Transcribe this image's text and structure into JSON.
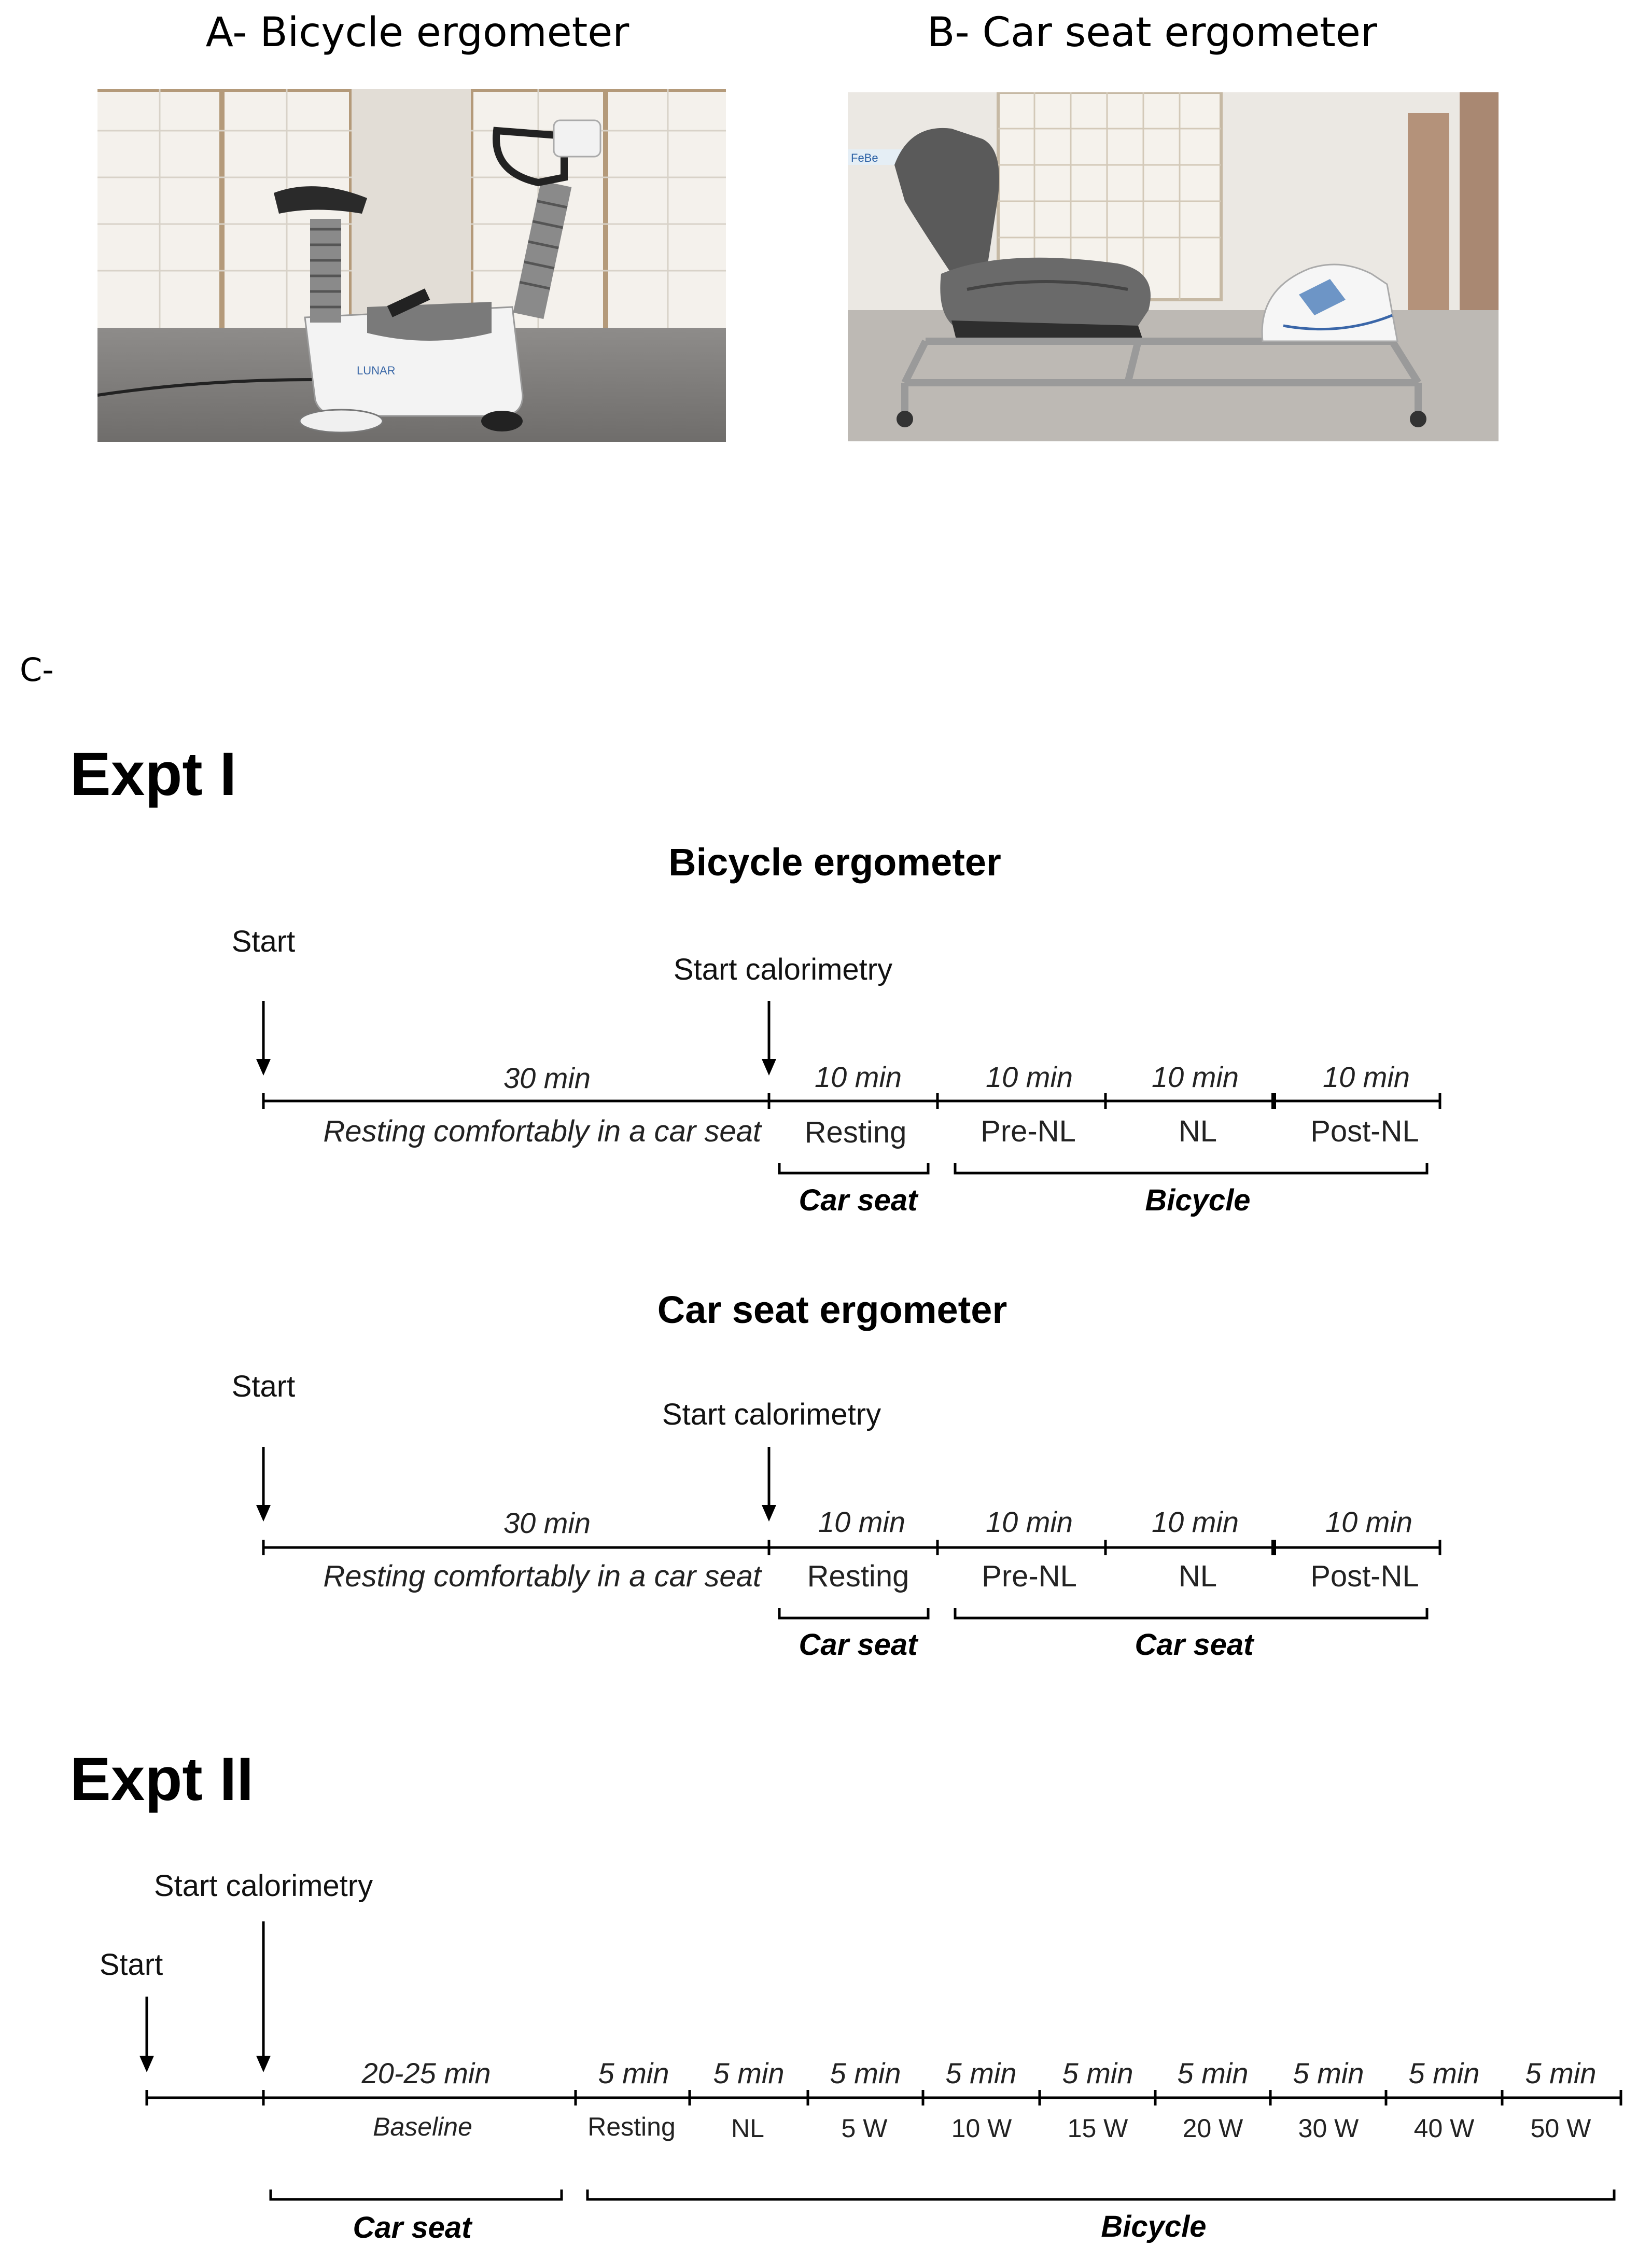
{
  "panels": {
    "a": {
      "caption": "A- Bicycle ergometer",
      "image": "bicycle-ergometer-photo"
    },
    "b": {
      "caption": "B- Car seat ergometer",
      "image": "car-seat-ergometer-photo"
    },
    "c": {
      "label": "C-"
    }
  },
  "expt1": {
    "title": "Expt I",
    "timelines": [
      {
        "title": "Bicycle ergometer",
        "start_label": "Start",
        "calorimetry_label": "Start calorimetry",
        "durations": [
          "30 min",
          "10 min",
          "10 min",
          "10 min",
          "10 min"
        ],
        "phases": [
          "Resting comfortably in a car seat",
          "Resting",
          "Pre-NL",
          "NL",
          "Post-NL"
        ],
        "groups": [
          "Car seat",
          "Bicycle"
        ]
      },
      {
        "title": "Car seat ergometer",
        "start_label": "Start",
        "calorimetry_label": "Start calorimetry",
        "durations": [
          "30 min",
          "10 min",
          "10 min",
          "10 min",
          "10 min"
        ],
        "phases": [
          "Resting comfortably in a car seat",
          "Resting",
          "Pre-NL",
          "NL",
          "Post-NL"
        ],
        "groups": [
          "Car seat",
          "Car seat"
        ]
      }
    ]
  },
  "expt2": {
    "title": "Expt II",
    "start_label": "Start",
    "calorimetry_label": "Start calorimetry",
    "durations": [
      "20-25 min",
      "5 min",
      "5 min",
      "5 min",
      "5 min",
      "5 min",
      "5 min",
      "5 min",
      "5 min",
      "5 min"
    ],
    "phases": [
      "Baseline",
      "Resting",
      "NL",
      "5 W",
      "10 W",
      "15 W",
      "20 W",
      "30 W",
      "40 W",
      "50 W"
    ],
    "groups": [
      "Car seat",
      "Bicycle"
    ]
  }
}
